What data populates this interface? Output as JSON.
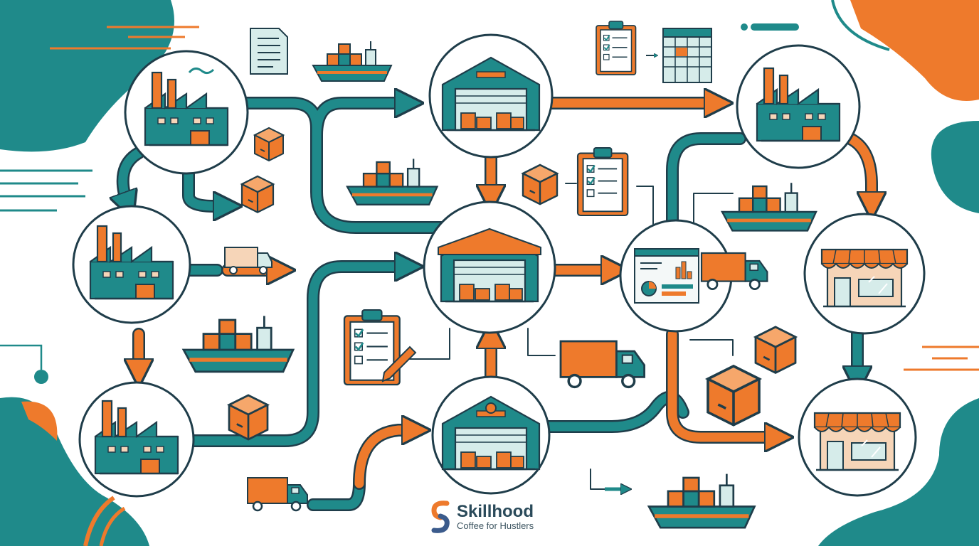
{
  "brand": {
    "name": "Skillhood",
    "tagline": "Coffee for Hustlers",
    "logo_icon": "s-swirl-logo-icon"
  },
  "colors": {
    "teal": "#1f8a8a",
    "orange": "#ee7a2c",
    "outline": "#1f3d4a",
    "cream": "#f6d5b8",
    "pale": "#d6ecea"
  },
  "nodes": [
    {
      "name": "factory-node-top-left",
      "icon": "factory-icon"
    },
    {
      "name": "factory-node-mid-left",
      "icon": "factory-icon"
    },
    {
      "name": "factory-node-bottom-left",
      "icon": "factory-icon"
    },
    {
      "name": "warehouse-node-top",
      "icon": "warehouse-icon"
    },
    {
      "name": "warehouse-node-center",
      "icon": "warehouse-icon"
    },
    {
      "name": "warehouse-node-bottom",
      "icon": "warehouse-icon"
    },
    {
      "name": "factory-node-top-right",
      "icon": "factory-icon"
    },
    {
      "name": "dashboard-truck-node",
      "icon": "dashboard-truck-icon"
    },
    {
      "name": "store-node-mid-right",
      "icon": "storefront-icon"
    },
    {
      "name": "store-node-bottom-right",
      "icon": "storefront-icon"
    }
  ]
}
